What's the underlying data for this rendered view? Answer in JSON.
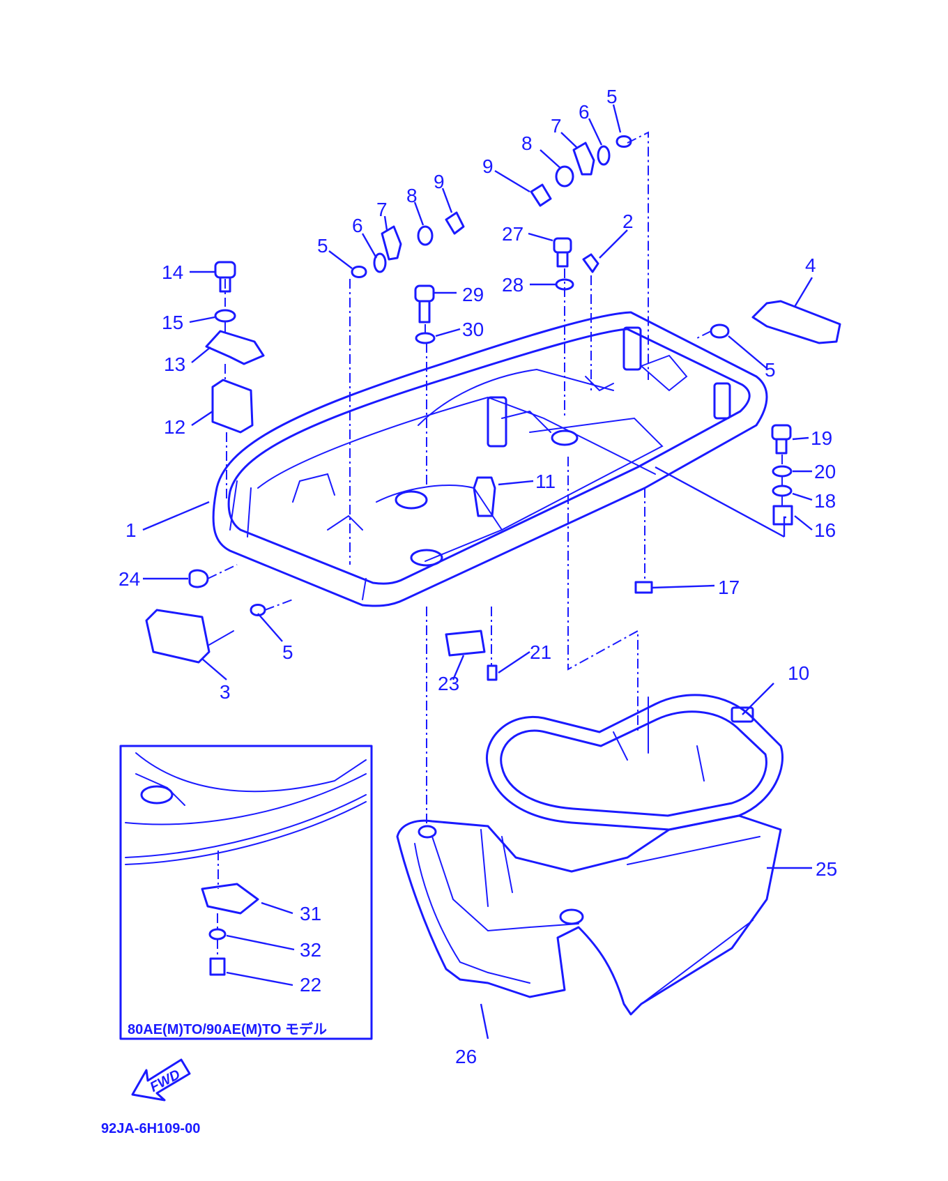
{
  "colors": {
    "ink": "#1a1aff",
    "background": "#ffffff"
  },
  "callouts": [
    {
      "id": "c5a",
      "text": "5"
    },
    {
      "id": "c6a",
      "text": "6"
    },
    {
      "id": "c7a",
      "text": "7"
    },
    {
      "id": "c8a",
      "text": "8"
    },
    {
      "id": "c9a",
      "text": "9"
    },
    {
      "id": "c9b",
      "text": "9"
    },
    {
      "id": "c8b",
      "text": "8"
    },
    {
      "id": "c7b",
      "text": "7"
    },
    {
      "id": "c6b",
      "text": "6"
    },
    {
      "id": "c5b",
      "text": "5"
    },
    {
      "id": "c27",
      "text": "27"
    },
    {
      "id": "c2",
      "text": "2"
    },
    {
      "id": "c4",
      "text": "4"
    },
    {
      "id": "c14",
      "text": "14"
    },
    {
      "id": "c15",
      "text": "15"
    },
    {
      "id": "c13",
      "text": "13"
    },
    {
      "id": "c12",
      "text": "12"
    },
    {
      "id": "c29",
      "text": "29"
    },
    {
      "id": "c28",
      "text": "28"
    },
    {
      "id": "c30",
      "text": "30"
    },
    {
      "id": "c5c",
      "text": "5"
    },
    {
      "id": "c19",
      "text": "19"
    },
    {
      "id": "c20",
      "text": "20"
    },
    {
      "id": "c18",
      "text": "18"
    },
    {
      "id": "c16",
      "text": "16"
    },
    {
      "id": "c11",
      "text": "11"
    },
    {
      "id": "c1",
      "text": "1"
    },
    {
      "id": "c24",
      "text": "24"
    },
    {
      "id": "c17",
      "text": "17"
    },
    {
      "id": "c5d",
      "text": "5"
    },
    {
      "id": "c3",
      "text": "3"
    },
    {
      "id": "c21",
      "text": "21"
    },
    {
      "id": "c23",
      "text": "23"
    },
    {
      "id": "c10",
      "text": "10"
    },
    {
      "id": "c25",
      "text": "25"
    },
    {
      "id": "c31",
      "text": "31"
    },
    {
      "id": "c32",
      "text": "32"
    },
    {
      "id": "c22",
      "text": "22"
    },
    {
      "id": "c26",
      "text": "26"
    }
  ],
  "inset": {
    "caption": "80AE(M)TO/90AE(M)TO モデル"
  },
  "fwd_arrow": {
    "label": "FWD"
  },
  "drawing_number": "92JA-6H109-00"
}
